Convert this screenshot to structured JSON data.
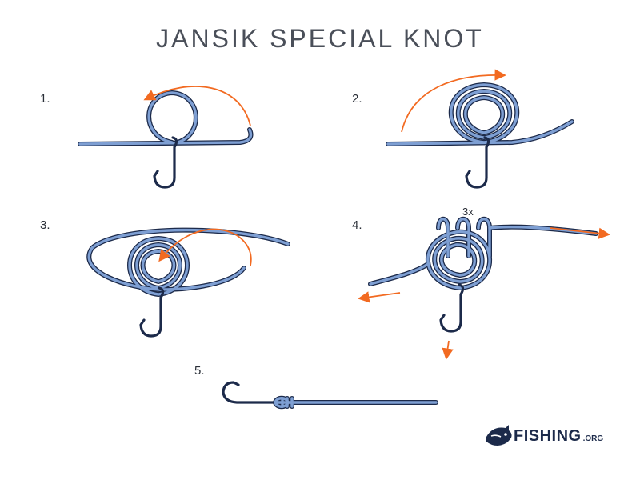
{
  "title": "JANSIK SPECIAL KNOT",
  "steps": [
    {
      "label": "1."
    },
    {
      "label": "2."
    },
    {
      "label": "3."
    },
    {
      "label": "4."
    },
    {
      "label": "5."
    }
  ],
  "annotations": {
    "repetitions": "3x"
  },
  "logo": {
    "word": "FISHING",
    "tld": ".ORG",
    "icon": "fish-icon"
  },
  "colors": {
    "line_fill": "#7e9fd3",
    "line_outline": "#1c2a4a",
    "arrow": "#f26a21",
    "title": "#4a4f59"
  }
}
